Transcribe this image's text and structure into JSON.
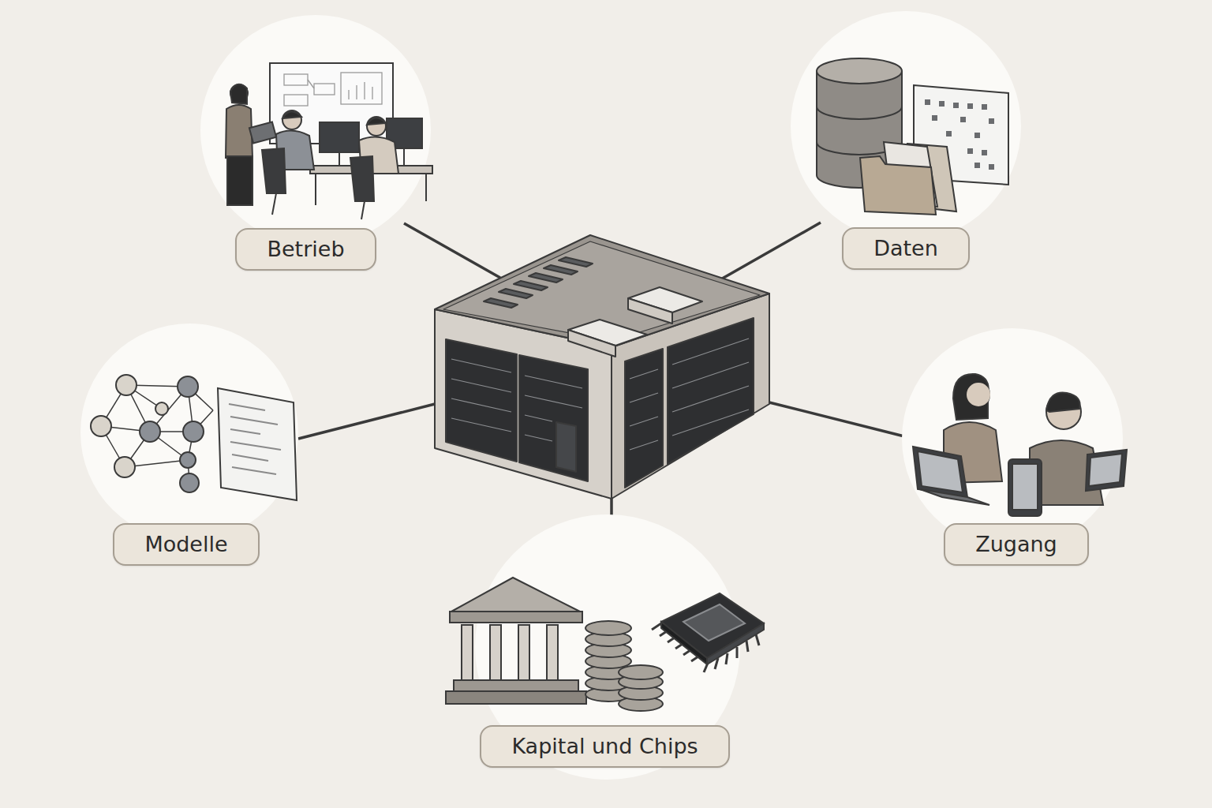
{
  "diagram": {
    "nodes": [
      {
        "text": [
          "Betrieb"
        ]
      },
      {
        "text": [
          "Daten"
        ]
      },
      {
        "text": [
          "Modelle"
        ]
      },
      {
        "text": [
          "Zugang"
        ]
      },
      {
        "text": [
          "Kapital und Chips"
        ]
      }
    ]
  }
}
